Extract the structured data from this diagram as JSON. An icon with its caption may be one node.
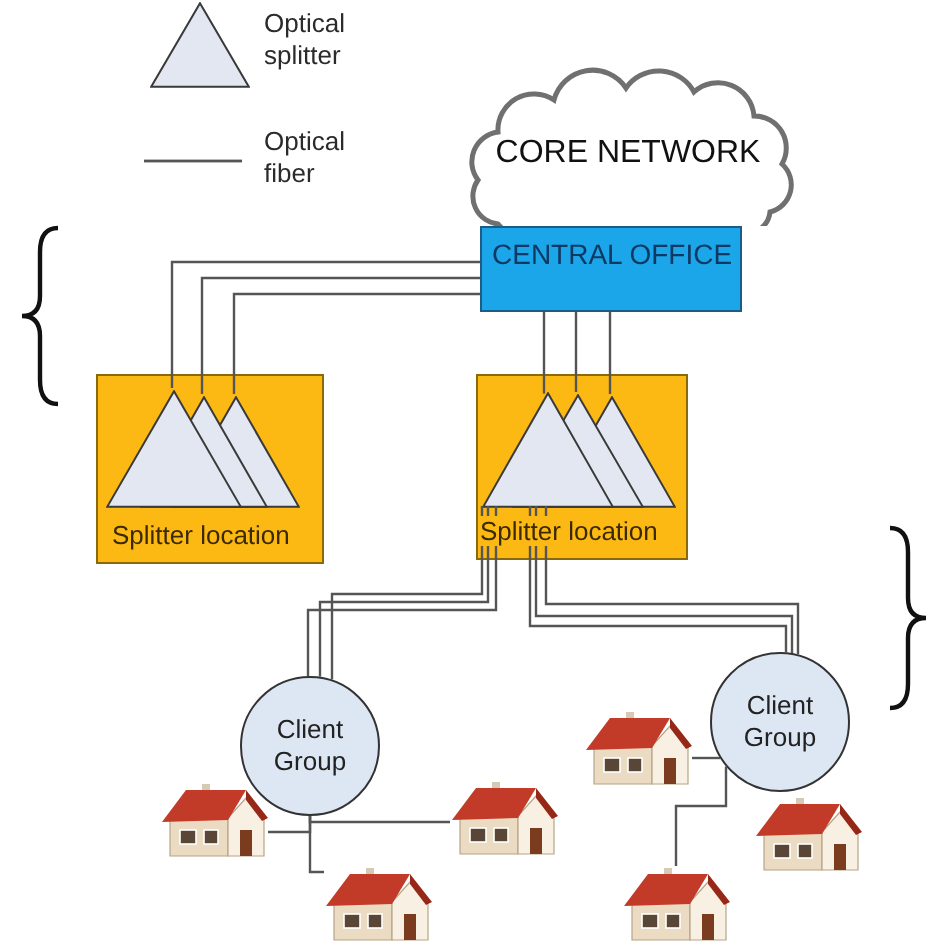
{
  "diagram": {
    "nodes": [
      {
        "text": [
          "CORE NETWORK"
        ]
      },
      {
        "text": [
          "CENTRAL OFFICE"
        ]
      },
      {
        "text": [
          "Splitter location"
        ]
      },
      {
        "text": [],
        "shape": "triangle",
        "in": 2
      },
      {
        "text": [],
        "shape": "triangle",
        "in": 2
      },
      {
        "text": [],
        "shape": "triangle",
        "in": 2
      },
      {
        "text": [
          "Splitter location"
        ]
      },
      {
        "text": [],
        "shape": "triangle",
        "in": 6
      },
      {
        "text": [],
        "shape": "triangle",
        "in": 6
      },
      {
        "text": [],
        "shape": "triangle",
        "in": 6
      },
      {
        "text": [
          "Client Group"
        ]
      },
      {
        "text": [
          "Client Group"
        ]
      },
      {
        "text": [],
        "shape": "picture"
      },
      {
        "text": [],
        "shape": "picture"
      },
      {
        "text": [],
        "shape": "picture"
      },
      {
        "text": [],
        "shape": "picture"
      },
      {
        "text": [],
        "shape": "picture"
      },
      {
        "text": [],
        "shape": "picture"
      }
    ],
    "edges": [
      {
        "from": 1,
        "to": 3,
        "arrow": "none"
      },
      {
        "from": 1,
        "to": 4,
        "arrow": "none"
      },
      {
        "from": 1,
        "to": 5,
        "arrow": "none"
      },
      {
        "from": 1,
        "to": 7,
        "arrow": "none"
      },
      {
        "from": 1,
        "to": 8,
        "arrow": "none"
      },
      {
        "from": 1,
        "to": 9,
        "arrow": "none"
      },
      {
        "from": 7,
        "to": 10,
        "arrow": "none"
      },
      {
        "from": 7,
        "to": 10,
        "arrow": "none"
      },
      {
        "from": 7,
        "to": 10,
        "arrow": "none"
      },
      {
        "from": 7,
        "to": 11,
        "arrow": "none"
      },
      {
        "from": 7,
        "to": 11,
        "arrow": "none"
      },
      {
        "from": 7,
        "to": 11,
        "arrow": "none"
      },
      {
        "from": 10,
        "to": 12,
        "arrow": "none"
      },
      {
        "from": 10,
        "to": 13,
        "arrow": "none"
      },
      {
        "from": 10,
        "to": 14,
        "arrow": "none"
      },
      {
        "from": 11,
        "to": 15,
        "arrow": "none"
      },
      {
        "from": 11,
        "to": 16,
        "arrow": "none"
      }
    ],
    "legend": [
      {
        "text": "Optical splitter"
      },
      {
        "text": "Optical fiber"
      }
    ]
  }
}
